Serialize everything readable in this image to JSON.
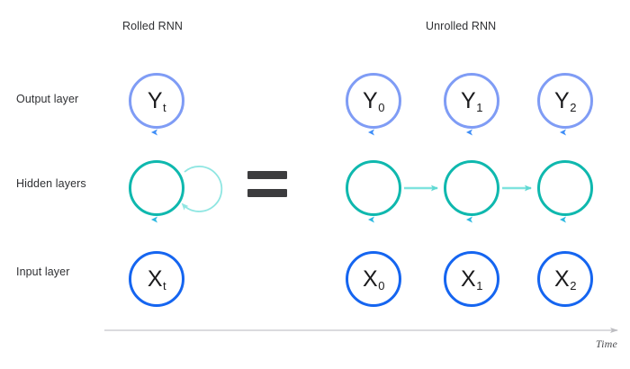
{
  "titles": {
    "rolled": "Rolled RNN",
    "unrolled": "Unrolled RNN"
  },
  "row_labels": {
    "output": "Output layer",
    "hidden": "Hidden layers",
    "input": "Input layer"
  },
  "equals_symbol": "=",
  "axis": {
    "label": "Time",
    "direction": "left-to-right"
  },
  "rolled": {
    "output_node": {
      "symbol": "Y",
      "subscript": "t"
    },
    "hidden_node": {
      "symbol": "",
      "subscript": ""
    },
    "input_node": {
      "symbol": "X",
      "subscript": "t"
    },
    "self_loop": "recurrent-self-loop"
  },
  "unrolled": {
    "timesteps": [
      {
        "output_node": {
          "symbol": "Y",
          "subscript": "0"
        },
        "hidden_node": {
          "symbol": "",
          "subscript": ""
        },
        "input_node": {
          "symbol": "X",
          "subscript": "0"
        }
      },
      {
        "output_node": {
          "symbol": "Y",
          "subscript": "1"
        },
        "hidden_node": {
          "symbol": "",
          "subscript": ""
        },
        "input_node": {
          "symbol": "X",
          "subscript": "1"
        }
      },
      {
        "output_node": {
          "symbol": "Y",
          "subscript": "2"
        },
        "hidden_node": {
          "symbol": "",
          "subscript": ""
        },
        "input_node": {
          "symbol": "X",
          "subscript": "2"
        }
      }
    ]
  },
  "colors": {
    "output_ring": "#7f9cf5",
    "hidden_ring": "#0fb8ae",
    "input_ring": "#1565f0",
    "recurrent_arrow": "#7fe3de",
    "vertical_arrow_bottom": "#00bfa9",
    "vertical_arrow_top": "#3f8ef7",
    "equals": "#3c3c3e",
    "axis": "#c9c9cc",
    "background": "#ffffff",
    "text": "#2f3033"
  }
}
